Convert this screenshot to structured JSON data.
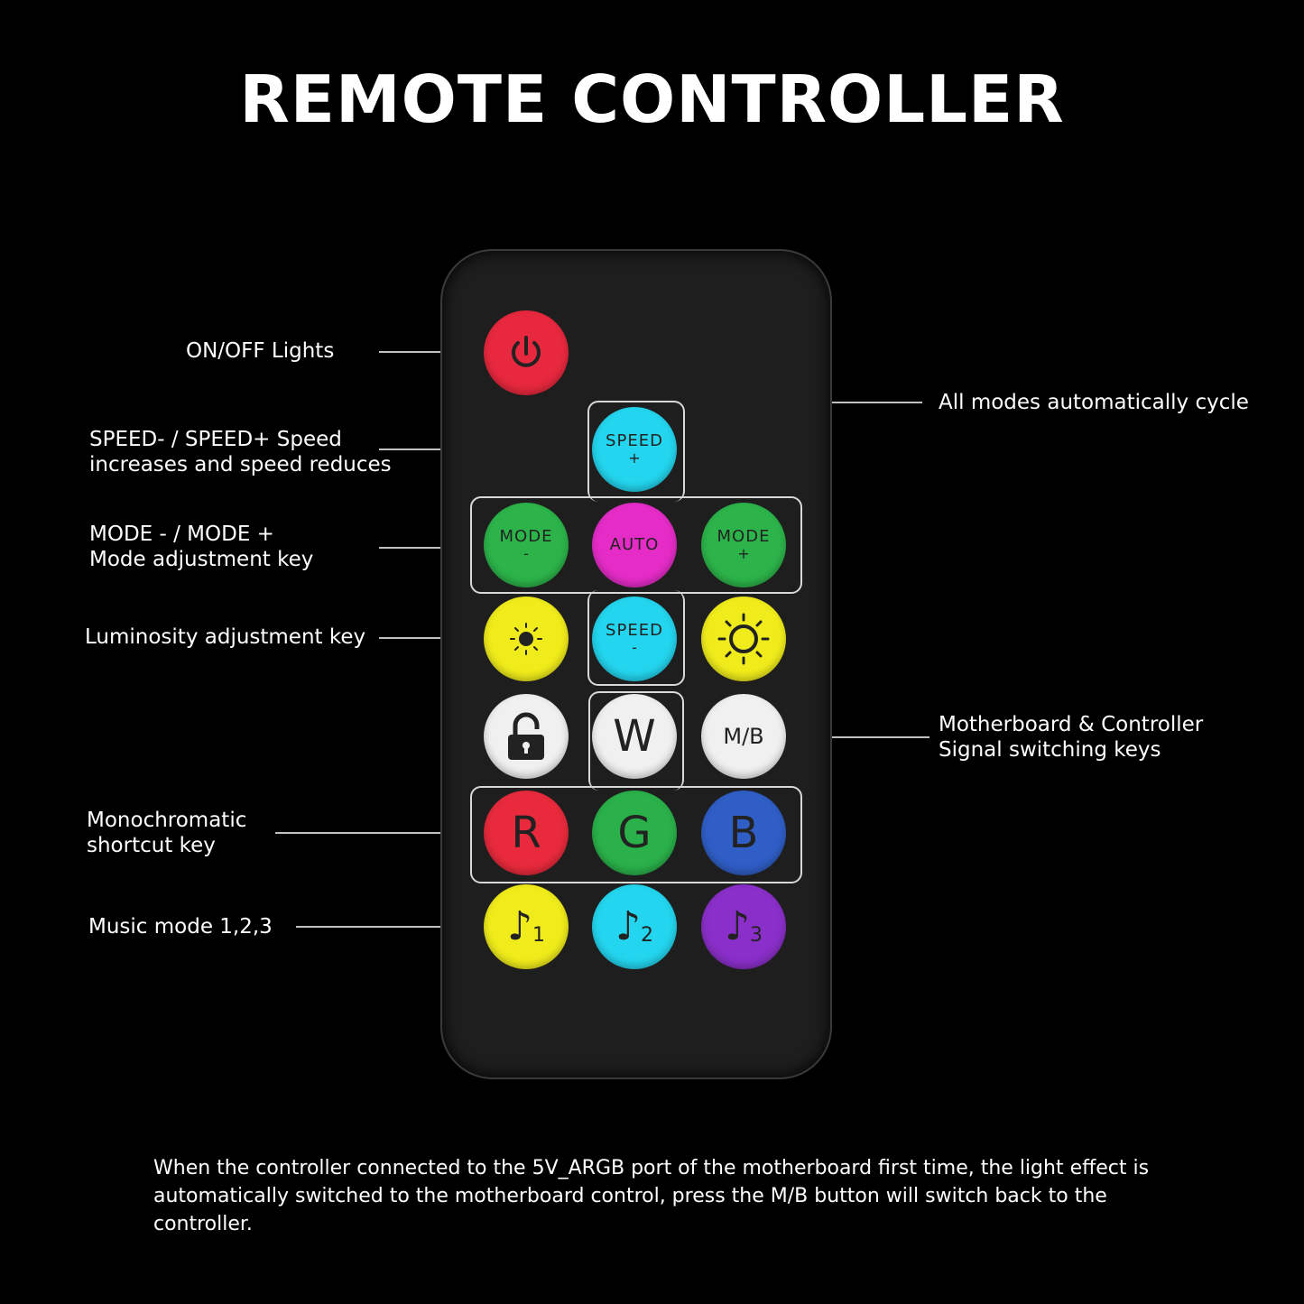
{
  "title": "REMOTE CONTROLLER",
  "labels": {
    "onoff": "ON/OFF Lights",
    "speed_l1": "SPEED- / SPEED+ Speed",
    "speed_l2": "increases and speed reduces",
    "mode_l1": "MODE - / MODE +",
    "mode_l2": "Mode adjustment key",
    "luminosity": "Luminosity adjustment key",
    "mono_l1": "Monochromatic",
    "mono_l2": "shortcut key",
    "music": "Music mode 1,2,3",
    "auto": "All modes automatically cycle",
    "mb_l1": "Motherboard & Controller",
    "mb_l2": "Signal switching keys"
  },
  "buttons": {
    "speed_plus": {
      "line1": "SPEED",
      "line2": "+"
    },
    "mode_minus": {
      "line1": "MODE",
      "line2": "-"
    },
    "auto": "AUTO",
    "mode_plus": {
      "line1": "MODE",
      "line2": "+"
    },
    "speed_minus": {
      "line1": "SPEED",
      "line2": "-"
    },
    "w": "W",
    "mb": "M/B",
    "r": "R",
    "g": "G",
    "b": "B",
    "music1": "1",
    "music2": "2",
    "music3": "3"
  },
  "footer": "When the controller connected to the 5V_ARGB port of the motherboard first time, the light effect is automatically switched to the motherboard control, press the M/B button will switch back to the controller.",
  "colors": {
    "background": "#000000",
    "remote_body": "#1e1e1e",
    "power": "#e8283e",
    "speed": "#23d5ee",
    "mode": "#2cb44a",
    "auto": "#e52cc7",
    "brightness": "#f0ec1b",
    "white_keys": "#f0f0f0",
    "blue": "#2f5ec6",
    "purple": "#8a2fc9"
  }
}
